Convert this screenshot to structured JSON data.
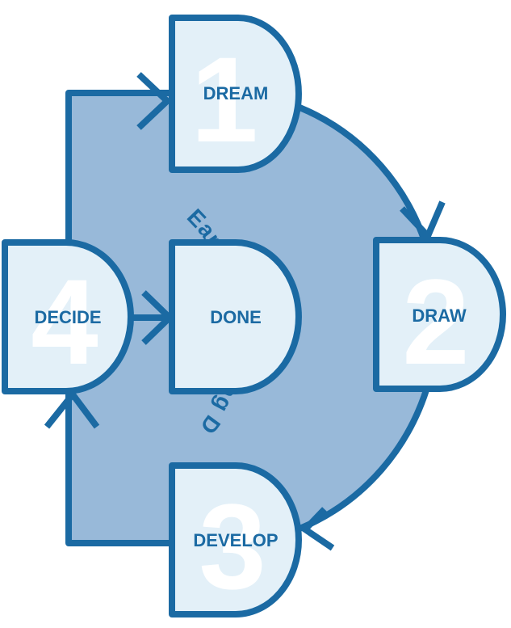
{
  "colors": {
    "background_shape": "#98b9d9",
    "outline": "#1b6aa3",
    "box_fill": "#e3f0f8",
    "text": "#1b6aa3",
    "numeral": "#ffffff"
  },
  "diagram": {
    "title": "Early Engineering Design Process",
    "steps": [
      {
        "number": "1",
        "label": "DREAM"
      },
      {
        "number": "2",
        "label": "DRAW"
      },
      {
        "number": "3",
        "label": "DEVELOP"
      },
      {
        "number": "4",
        "label": "DECIDE"
      }
    ],
    "final": {
      "label": "DONE"
    }
  }
}
